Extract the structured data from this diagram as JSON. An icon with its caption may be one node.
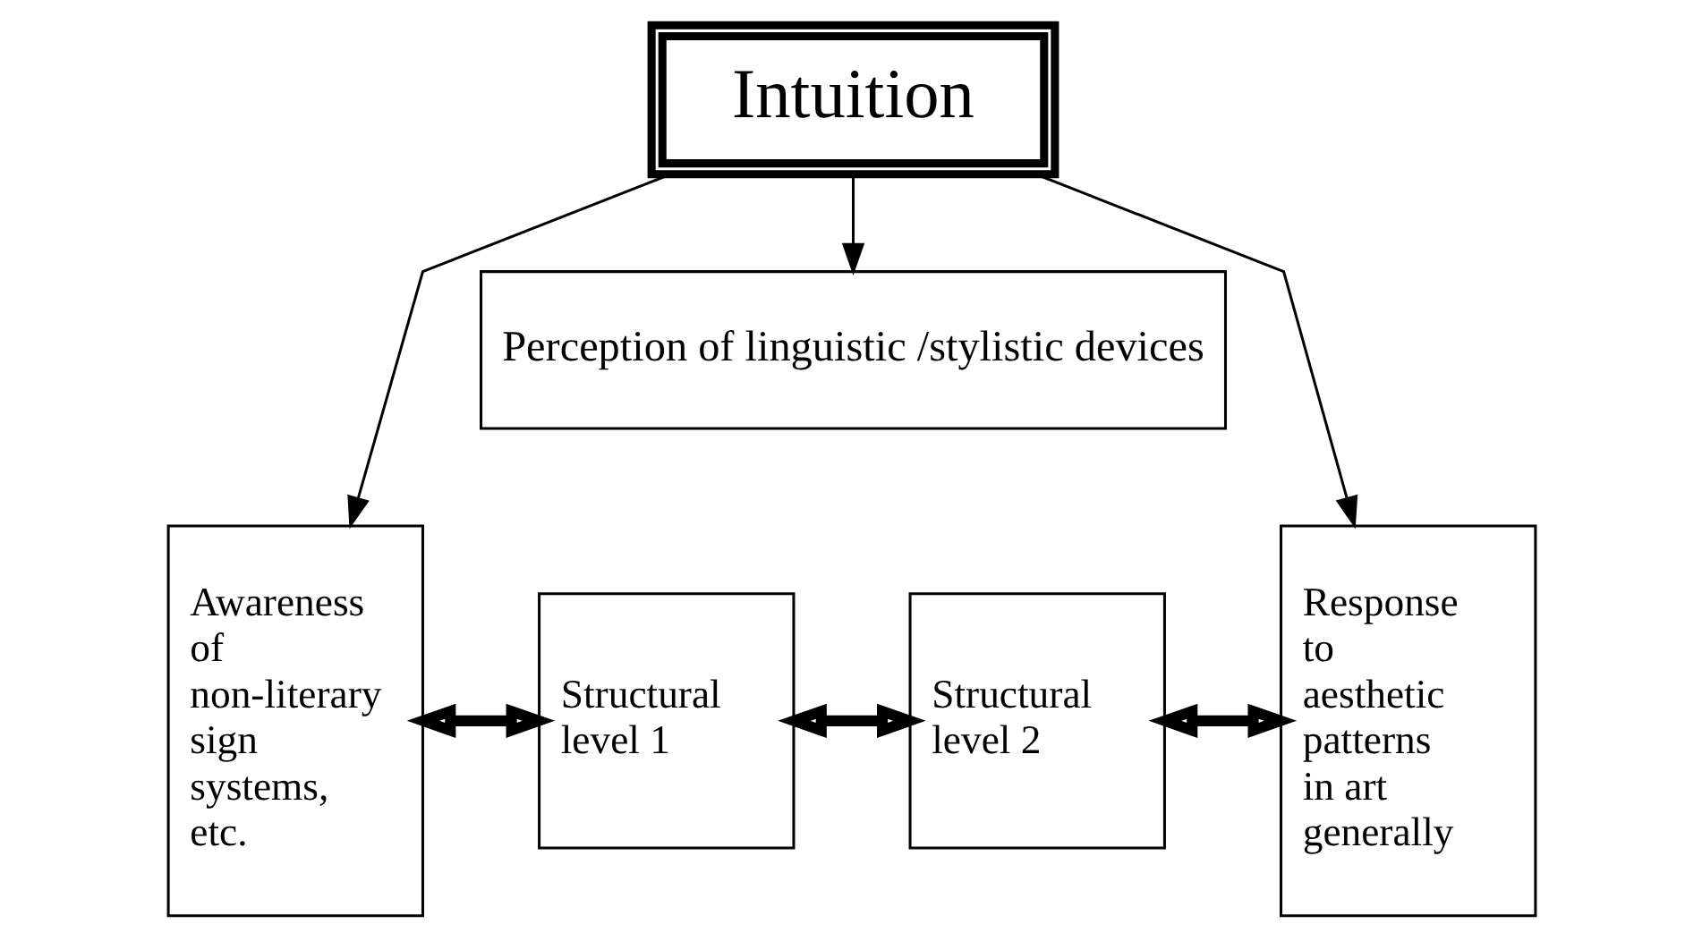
{
  "diagram": {
    "nodes": [
      {
        "text": [
          "Intuition"
        ]
      },
      {
        "text": [
          "Perception of linguistic /stylistic devices"
        ]
      },
      {
        "text": [
          "Awareness of non-literary sign systems, etc."
        ]
      },
      {
        "text": [
          "Structural level 1"
        ]
      },
      {
        "text": [
          "Structural level 2"
        ]
      },
      {
        "text": [
          "Response to aesthetic patterns in art generally"
        ]
      }
    ],
    "edges": [
      {
        "from": 0,
        "to": 2,
        "arrow": "to"
      },
      {
        "from": 0,
        "to": 1,
        "arrow": "to"
      },
      {
        "from": 0,
        "to": 5,
        "arrow": "to"
      },
      {
        "from": 2,
        "to": 3,
        "arrow": "both",
        "style": "thick"
      },
      {
        "from": 3,
        "to": 4,
        "arrow": "both",
        "style": "thick"
      },
      {
        "from": 4,
        "to": 5,
        "arrow": "both",
        "style": "thick"
      }
    ]
  }
}
